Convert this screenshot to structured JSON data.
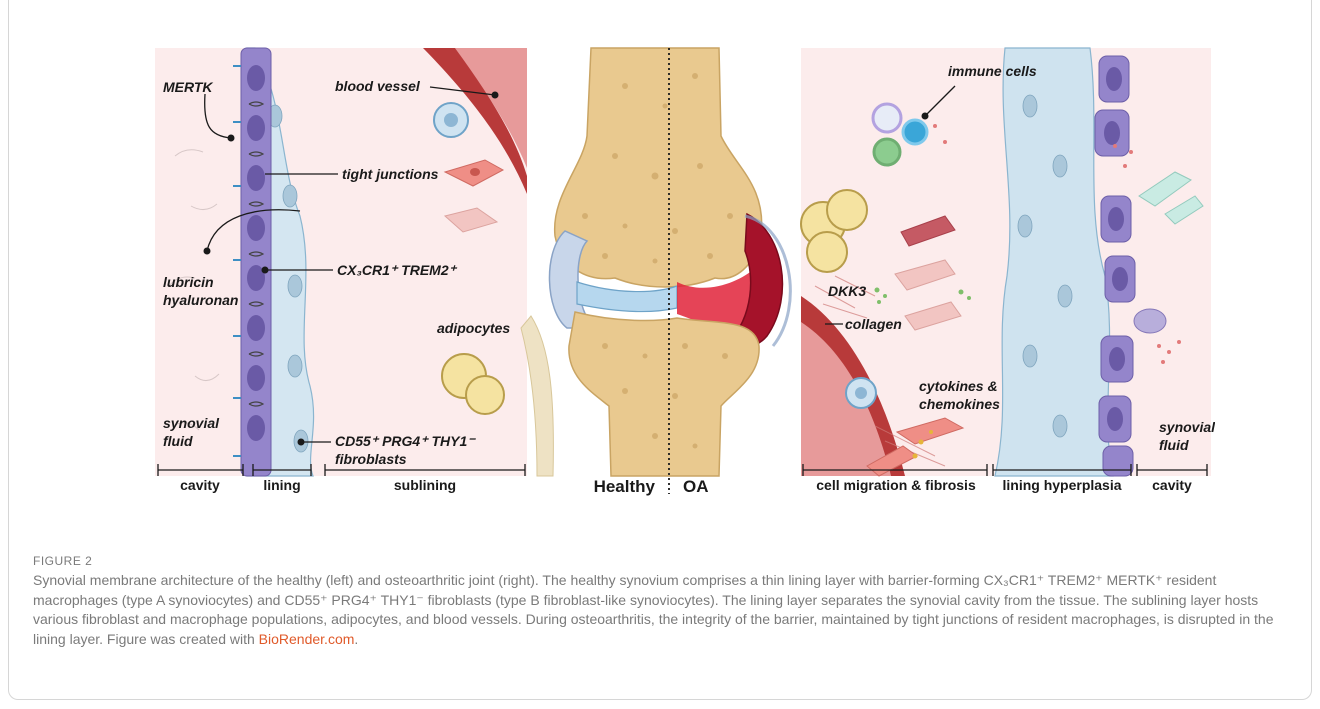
{
  "figure": {
    "left_labels": {
      "mertk": "MERTK",
      "blood_vessel": "blood vessel",
      "tight_junctions": "tight junctions",
      "lubricin": "lubricin",
      "hyaluronan": "hyaluronan",
      "cx3cr1": "CX₃CR1⁺ TREM2⁺",
      "adipocytes": "adipocytes",
      "synovial": "synovial",
      "fluid": "fluid",
      "cd55": "CD55⁺ PRG4⁺ THY1⁻",
      "fibroblasts": "fibroblasts"
    },
    "left_scale": {
      "cavity": "cavity",
      "lining": "lining",
      "sublining": "sublining"
    },
    "center": {
      "healthy": "Healthy",
      "oa": "OA"
    },
    "right_labels": {
      "immune_cells": "immune cells",
      "dkk3": "DKK3",
      "collagen": "collagen",
      "cytokines": "cytokines &",
      "chemokines": "chemokines",
      "synovial": "synovial",
      "fluid": "fluid"
    },
    "right_scale": {
      "migration": "cell migration & fibrosis",
      "hyperplasia": "lining hyperplasia",
      "cavity": "cavity"
    }
  },
  "caption": {
    "label": "FIGURE 2",
    "text": "Synovial membrane architecture of the healthy (left) and osteoarthritic joint (right). The healthy synovium comprises a thin lining layer with barrier-forming CX₃CR1⁺ TREM2⁺ MERTK⁺ resident macrophages (type A synoviocytes) and CD55⁺ PRG4⁺ THY1⁻ fibroblasts (type B fibroblast-like synoviocytes). The lining layer separates the synovial cavity from the tissue. The sublining layer hosts various fibroblast and macrophage populations, adipocytes, and blood vessels. During osteoarthritis, the integrity of the barrier, maintained by tight junctions of resident macrophages, is disrupted in the lining layer. Figure was created with ",
    "link": "BioRender.com",
    "end": "."
  },
  "colors": {
    "panel_bg": "#fcecec",
    "macrophage": "#8f80c6",
    "fibroblast": "#cfe3ef",
    "vessel": "#b83a3a",
    "adipocyte": "#f5e3a1",
    "bone": "#e8c88f",
    "inflamed": "#e0233a",
    "link": "#e05a2a"
  }
}
